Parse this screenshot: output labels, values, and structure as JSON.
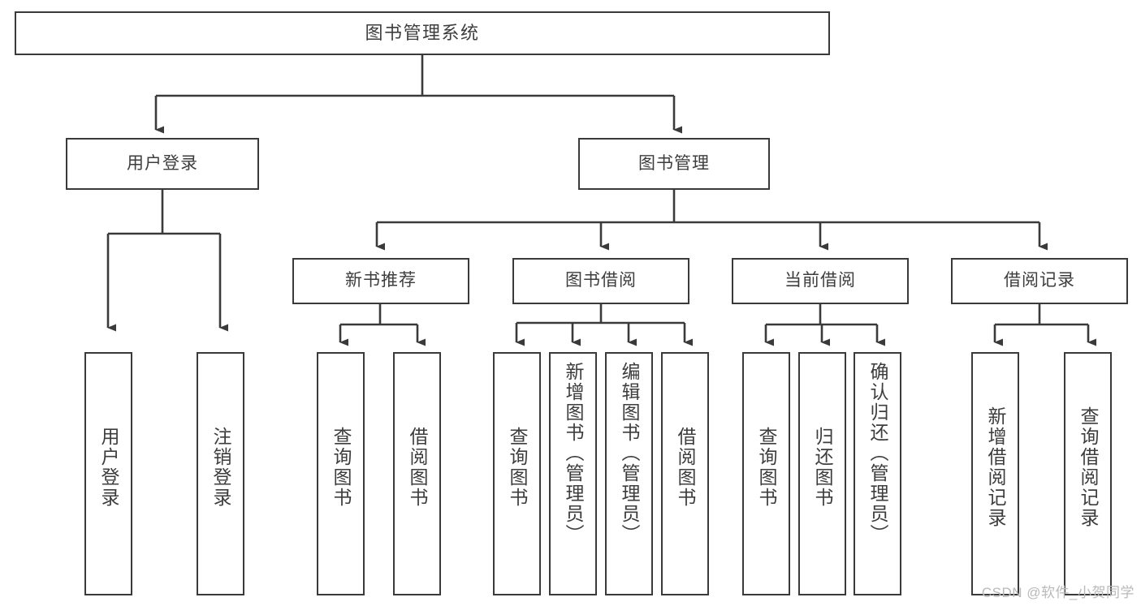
{
  "diagram": {
    "title": "图书管理系统",
    "orientation": "top-down-tree",
    "stroke_color": "#3a3a3a",
    "text_color": "#3d3d3d",
    "background_color": "#ffffff",
    "root": {
      "label": "图书管理系统"
    },
    "level2": [
      {
        "label": "用户登录"
      },
      {
        "label": "图书管理"
      }
    ],
    "level3": [
      {
        "label": "新书推荐"
      },
      {
        "label": "图书借阅"
      },
      {
        "label": "当前借阅"
      },
      {
        "label": "借阅记录"
      }
    ],
    "leaves": [
      {
        "label": "用户登录",
        "parent": "用户登录"
      },
      {
        "label": "注销登录",
        "parent": "用户登录"
      },
      {
        "label": "查询图书",
        "parent": "新书推荐"
      },
      {
        "label": "借阅图书",
        "parent": "新书推荐"
      },
      {
        "label": "查询图书",
        "parent": "图书借阅"
      },
      {
        "label": "新增图书（管理员）",
        "parent": "图书借阅"
      },
      {
        "label": "编辑图书（管理员）",
        "parent": "图书借阅"
      },
      {
        "label": "借阅图书",
        "parent": "图书借阅"
      },
      {
        "label": "查询图书",
        "parent": "当前借阅"
      },
      {
        "label": "归还图书",
        "parent": "当前借阅"
      },
      {
        "label": "确认归还（管理员）",
        "parent": "当前借阅"
      },
      {
        "label": "新增借阅记录",
        "parent": "借阅记录"
      },
      {
        "label": "查询借阅记录",
        "parent": "借阅记录"
      }
    ]
  },
  "watermark": {
    "text": "CSDN @软件_小贺同学"
  }
}
